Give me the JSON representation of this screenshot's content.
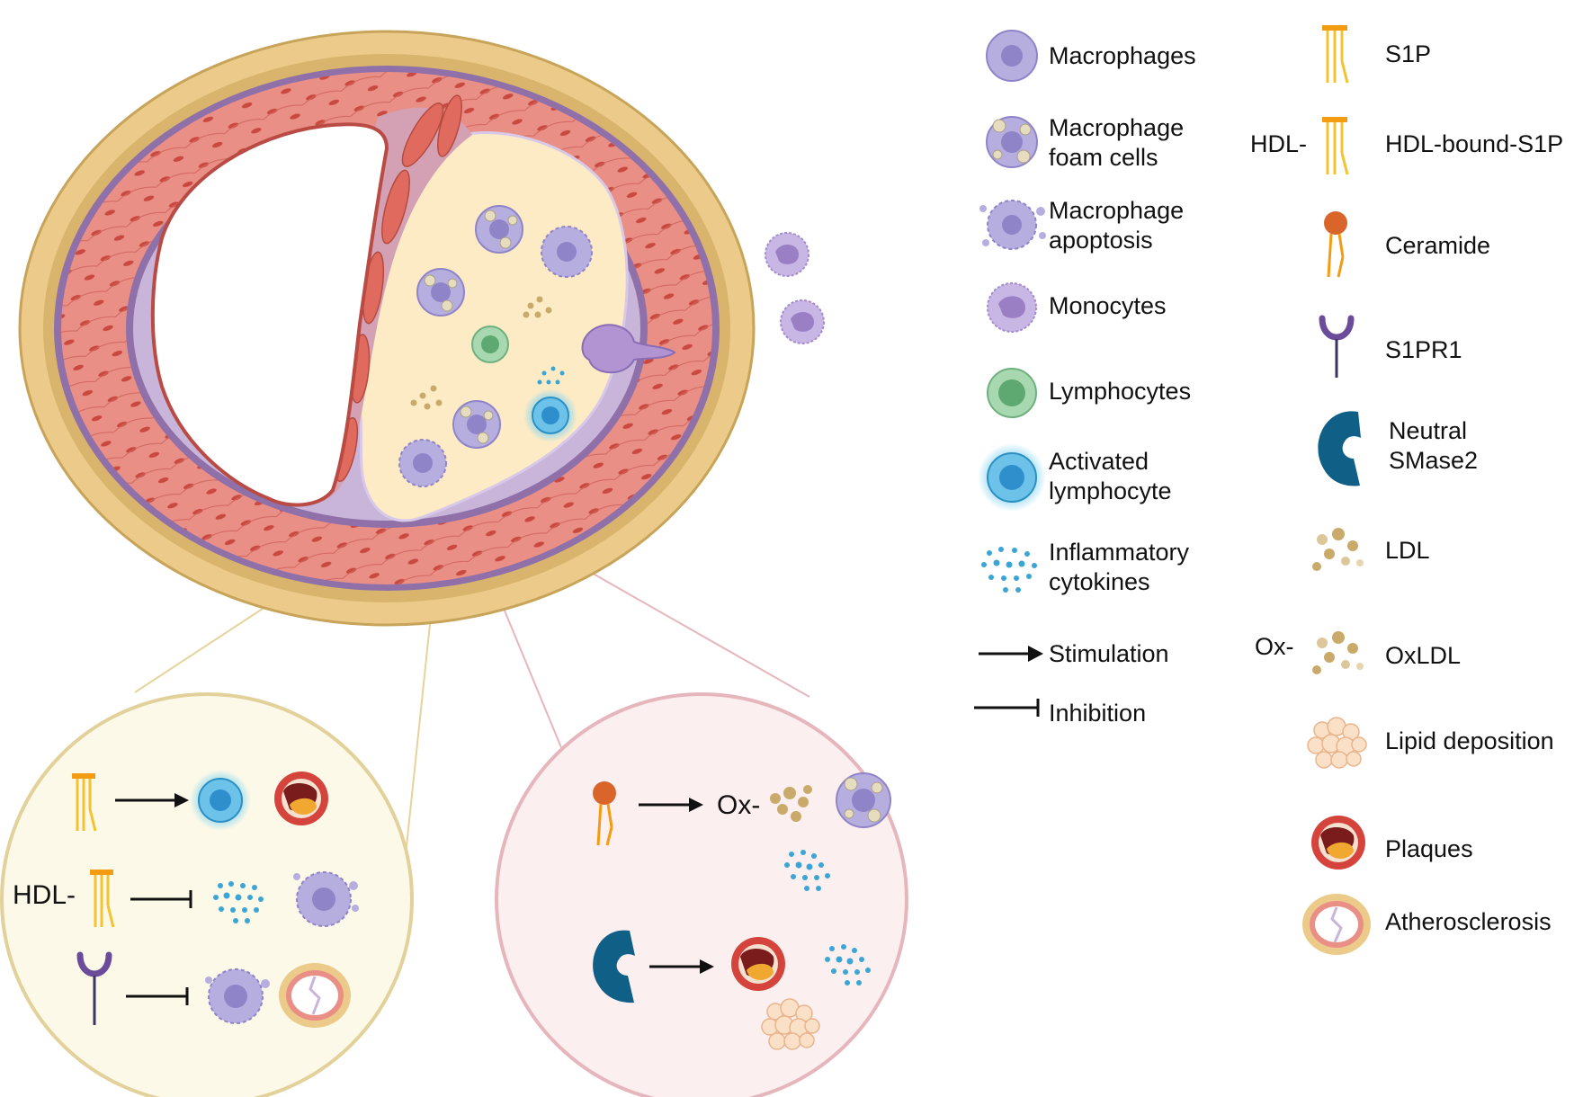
{
  "legend": {
    "left": [
      {
        "icon": "macrophage-icon",
        "lines": [
          "Macrophages"
        ]
      },
      {
        "icon": "foam-cell-icon",
        "lines": [
          "Macrophage",
          "foam cells"
        ]
      },
      {
        "icon": "apoptosis-icon",
        "lines": [
          "Macrophage",
          "apoptosis"
        ]
      },
      {
        "icon": "monocyte-icon",
        "lines": [
          "Monocytes"
        ]
      },
      {
        "icon": "lymphocyte-icon",
        "lines": [
          "Lymphocytes"
        ]
      },
      {
        "icon": "activated-lymphocyte-icon",
        "lines": [
          "Activated",
          "lymphocyte"
        ]
      },
      {
        "icon": "cytokines-icon",
        "lines": [
          "Inflammatory",
          "cytokines"
        ]
      },
      {
        "icon": "arrow-icon",
        "lines": [
          "Stimulation"
        ]
      },
      {
        "icon": "inhibition-icon",
        "lines": [
          "Inhibition"
        ]
      }
    ],
    "right": [
      {
        "icon": "s1p-icon",
        "prefix": "",
        "lines": [
          "S1P"
        ]
      },
      {
        "icon": "hdl-s1p-icon",
        "prefix": "HDL-",
        "lines": [
          "HDL-bound-S1P"
        ]
      },
      {
        "icon": "ceramide-icon",
        "prefix": "",
        "lines": [
          "Ceramide"
        ]
      },
      {
        "icon": "receptor-icon",
        "prefix": "",
        "lines": [
          "S1PR1"
        ]
      },
      {
        "icon": "smase-icon",
        "prefix": "",
        "lines": [
          "Neutral",
          "SMase2"
        ]
      },
      {
        "icon": "ldl-icon",
        "prefix": "",
        "lines": [
          "LDL"
        ]
      },
      {
        "icon": "oxldl-icon",
        "prefix": "Ox-",
        "lines": [
          "OxLDL"
        ]
      },
      {
        "icon": "lipid-icon",
        "prefix": "",
        "lines": [
          "Lipid deposition"
        ]
      },
      {
        "icon": "plaque-icon",
        "prefix": "",
        "lines": [
          "Plaques"
        ]
      },
      {
        "icon": "atherosclerosis-icon",
        "prefix": "",
        "lines": [
          "Atherosclerosis"
        ]
      }
    ]
  },
  "left_panel": {
    "hdl_prefix": "HDL-"
  },
  "right_panel": {
    "ox_prefix": "Ox-"
  },
  "colors": {
    "adventitia": "#eccb8a",
    "media": "#e98f86",
    "intima": "#c9b5da",
    "plaque_core": "#fdebc6",
    "macrophage": "#b7aee0",
    "lymphocyte": "#8cc79a",
    "activated": "#3fa3d6",
    "s1p": "#f4c430",
    "ceramide": "#d9652b",
    "receptor": "#6b4c9a",
    "smase": "#0f5f86",
    "left_panel_bg": "#fcf9e8",
    "right_panel_bg": "#fcefef"
  }
}
